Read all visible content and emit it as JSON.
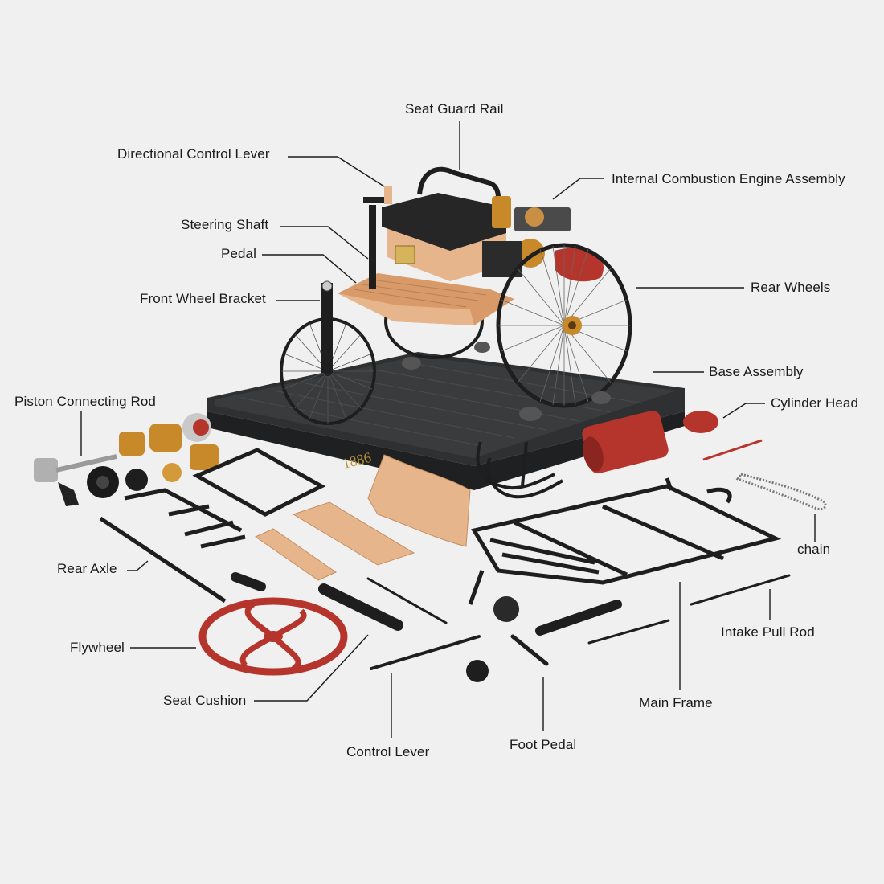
{
  "labels": {
    "seat_guard_rail": "Seat Guard Rail",
    "directional_control_lever": "Directional Control Lever",
    "internal_combustion_engine_assembly": "Internal Combustion Engine Assembly",
    "steering_shaft": "Steering Shaft",
    "pedal": "Pedal",
    "front_wheel_bracket": "Front Wheel Bracket",
    "rear_wheels": "Rear Wheels",
    "base_assembly": "Base Assembly",
    "piston_connecting_rod": "Piston Connecting Rod",
    "cylinder_head": "Cylinder Head",
    "chain": "chain",
    "rear_axle": "Rear Axle",
    "intake_pull_rod": "Intake Pull Rod",
    "flywheel": "Flywheel",
    "seat_cushion": "Seat Cushion",
    "main_frame": "Main Frame",
    "control_lever": "Control Lever",
    "foot_pedal": "Foot Pedal"
  },
  "base_year": "1886",
  "colors": {
    "background": "#f0f0f0",
    "base_dark": "#2f3031",
    "wood": "#e7b58c",
    "brass": "#c8892a",
    "red_part": "#b5352c",
    "black_part": "#1e1e1e"
  }
}
